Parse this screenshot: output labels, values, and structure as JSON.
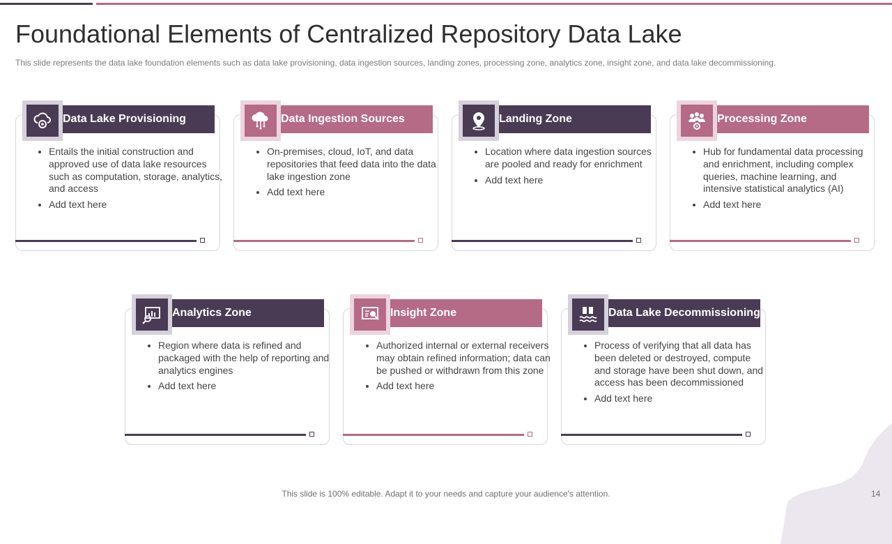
{
  "title": "Foundational Elements of Centralized Repository Data Lake",
  "subtitle": "This slide represents the data lake foundation  elements such as data lake provisioning,  data ingestion sources, landing zones, processing zone, analytics zone, insight zone, and data lake decommissioning.",
  "colors": {
    "dark": "#4a3b55",
    "pink": "#b56a86"
  },
  "cards": [
    {
      "title": "Data Lake Provisioning",
      "icon": "cloud-gear-icon",
      "bullets": [
        "Entails the initial construction and approved use of data lake resources such as computation, storage, analytics, and access",
        "Add text here"
      ]
    },
    {
      "title": "Data Ingestion Sources",
      "icon": "cloud-network-icon",
      "bullets": [
        "On-premises, cloud, IoT, and data repositories that feed data into the data lake ingestion zone",
        "Add text here"
      ]
    },
    {
      "title": "Landing Zone",
      "icon": "location-pin-icon",
      "bullets": [
        "Location where data ingestion sources are pooled and ready for enrichment",
        "Add text here"
      ]
    },
    {
      "title": "Processing Zone",
      "icon": "team-gear-icon",
      "bullets": [
        "Hub for fundamental data processing and enrichment, including complex queries, machine learning, and intensive statistical analytics (AI)",
        "Add text here"
      ]
    },
    {
      "title": "Analytics Zone",
      "icon": "analytics-search-icon",
      "bullets": [
        "Region where data is refined and packaged with the help of reporting and analytics engines",
        "Add text here"
      ]
    },
    {
      "title": "Insight Zone",
      "icon": "insight-report-icon",
      "bullets": [
        "Authorized internal or external receivers may obtain refined information; data can be pushed or withdrawn from this zone",
        "Add text here"
      ]
    },
    {
      "title": "Data Lake Decommissioning",
      "icon": "decommission-icon",
      "bullets": [
        "Process of verifying that all data has been deleted or destroyed, compute and storage have been shut down, and access has been decommissioned",
        "Add text here"
      ]
    }
  ],
  "footer": "This slide is 100% editable. Adapt it to your needs and capture your audience's attention.",
  "page_number": "14"
}
